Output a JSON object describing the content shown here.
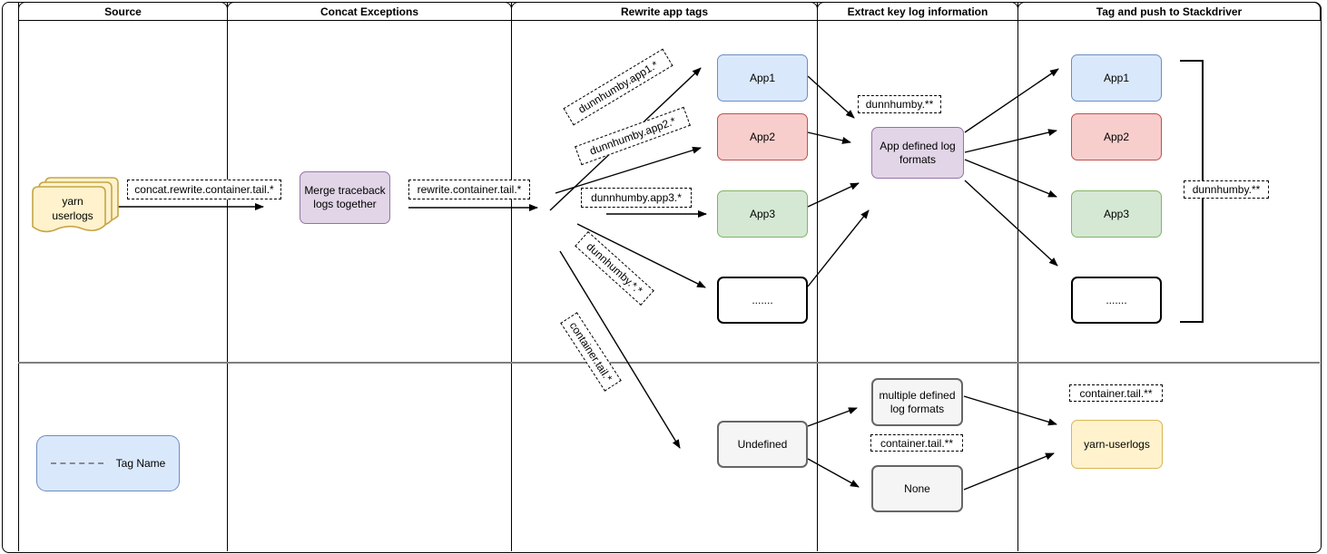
{
  "pool": {
    "lanes": [
      {
        "title": "Source"
      },
      {
        "title": "Concat Exceptions"
      },
      {
        "title": "Rewrite app tags"
      },
      {
        "title": "Extract key log information"
      },
      {
        "title": "Tag and push to Stackdriver"
      }
    ]
  },
  "source": {
    "datastore_label": "yarn\nuserlogs",
    "legend": {
      "label": "Tag Name"
    }
  },
  "concat": {
    "in_tag": "concat.rewrite.container.tail.*",
    "merge_node": "Merge traceback\nlogs together",
    "out_tag": "rewrite.container.tail.*"
  },
  "rewrite": {
    "tag_app1": "dunnhumby.app1.*",
    "tag_app2": "dunnhumby.app2.*",
    "tag_app3": "dunnhumby.app3.*",
    "tag_wildcard": "dunnhumby.*.*",
    "tag_container": "container.tail.*",
    "apps": [
      {
        "label": "App1"
      },
      {
        "label": "App2"
      },
      {
        "label": "App3"
      },
      {
        "label": "......."
      }
    ],
    "undefined_node": "Undefined"
  },
  "extract": {
    "tag_dunnhumby": "dunnhumby.**",
    "app_defined_node": "App defined log\nformats",
    "multiple_defined_node": "multiple defined\nlog formats",
    "tag_container": "container.tail.**",
    "none_node": "None"
  },
  "stackdriver": {
    "apps": [
      {
        "label": "App1"
      },
      {
        "label": "App2"
      },
      {
        "label": "App3"
      },
      {
        "label": "......."
      }
    ],
    "bracket_tag": "dunnhumby.**",
    "tag_container": "container.tail.**",
    "sink_node": "yarn-userlogs"
  },
  "colors": {
    "blue_fill": "#DAE8FC",
    "blue_border": "#6C8EBF",
    "red_fill": "#F8CECC",
    "red_border": "#B85450",
    "green_fill": "#D5E8D4",
    "green_border": "#82B366",
    "purple_fill": "#E1D5E7",
    "purple_border": "#9673A6",
    "yellow_fill": "#FFF2CC",
    "yellow_border": "#D6B656",
    "gray_fill": "#F5F5F5",
    "gray_border": "#666666"
  }
}
